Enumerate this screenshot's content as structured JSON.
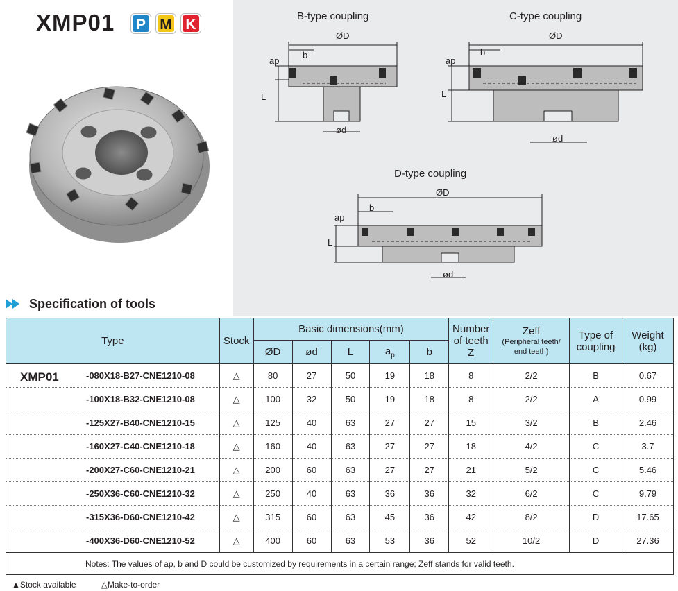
{
  "header": {
    "title": "XMP01",
    "badges": [
      {
        "label": "P",
        "color": "#1f86c9"
      },
      {
        "label": "M",
        "color": "#f3c61a"
      },
      {
        "label": "K",
        "color": "#e0232e"
      }
    ]
  },
  "diagrams": {
    "b": {
      "title": "B-type coupling",
      "D": "ØD",
      "b": "b",
      "ap": "ap",
      "L": "L",
      "d": "ød"
    },
    "c": {
      "title": "C-type coupling",
      "D": "ØD",
      "b": "b",
      "ap": "ap",
      "L": "L",
      "d": "ød"
    },
    "d": {
      "title": "D-type coupling",
      "D": "ØD",
      "b": "b",
      "ap": "ap",
      "L": "L",
      "d": "ød"
    }
  },
  "spec": {
    "heading": "Specification of tools",
    "headers": {
      "type": "Type",
      "stock": "Stock",
      "basic": "Basic dimensions(mm)",
      "D": "ØD",
      "d": "ød",
      "L": "L",
      "ap_main": "a",
      "ap_sub": "p",
      "b": "b",
      "teeth_line1": "Number",
      "teeth_line2": "of teeth",
      "teeth_line3": "Z",
      "zeff_title": "Zeff",
      "zeff_sub1": "(Peripheral teeth/",
      "zeff_sub2": "end teeth)",
      "coupling_line1": "Type of",
      "coupling_line2": "coupling",
      "weight_line1": "Weight",
      "weight_line2": "(kg)"
    },
    "series": "XMP01",
    "rows": [
      {
        "type": "-080X18-B27-CNE1210-08",
        "stock": "△",
        "D": "80",
        "d": "27",
        "L": "50",
        "ap": "19",
        "b": "18",
        "z": "8",
        "zeff": "2/2",
        "coupling": "B",
        "weight": "0.67"
      },
      {
        "type": "-100X18-B32-CNE1210-08",
        "stock": "△",
        "D": "100",
        "d": "32",
        "L": "50",
        "ap": "19",
        "b": "18",
        "z": "8",
        "zeff": "2/2",
        "coupling": "A",
        "weight": "0.99"
      },
      {
        "type": "-125X27-B40-CNE1210-15",
        "stock": "△",
        "D": "125",
        "d": "40",
        "L": "63",
        "ap": "27",
        "b": "27",
        "z": "15",
        "zeff": "3/2",
        "coupling": "B",
        "weight": "2.46"
      },
      {
        "type": "-160X27-C40-CNE1210-18",
        "stock": "△",
        "D": "160",
        "d": "40",
        "L": "63",
        "ap": "27",
        "b": "27",
        "z": "18",
        "zeff": "4/2",
        "coupling": "C",
        "weight": "3.7"
      },
      {
        "type": "-200X27-C60-CNE1210-21",
        "stock": "△",
        "D": "200",
        "d": "60",
        "L": "63",
        "ap": "27",
        "b": "27",
        "z": "21",
        "zeff": "5/2",
        "coupling": "C",
        "weight": "5.46"
      },
      {
        "type": "-250X36-C60-CNE1210-32",
        "stock": "△",
        "D": "250",
        "d": "40",
        "L": "63",
        "ap": "36",
        "b": "36",
        "z": "32",
        "zeff": "6/2",
        "coupling": "C",
        "weight": "9.79"
      },
      {
        "type": "-315X36-D60-CNE1210-42",
        "stock": "△",
        "D": "315",
        "d": "60",
        "L": "63",
        "ap": "45",
        "b": "36",
        "z": "42",
        "zeff": "8/2",
        "coupling": "D",
        "weight": "17.65"
      },
      {
        "type": "-400X36-D60-CNE1210-52",
        "stock": "△",
        "D": "400",
        "d": "60",
        "L": "63",
        "ap": "53",
        "b": "36",
        "z": "52",
        "zeff": "10/2",
        "coupling": "D",
        "weight": "27.36"
      }
    ],
    "notes": "Notes: The values of ap, b and D could be customized by requirements in a certain range; Zeff stands for valid teeth."
  },
  "legend": {
    "stock_available": "▲Stock available",
    "make_to_order": "△Make-to-order"
  }
}
